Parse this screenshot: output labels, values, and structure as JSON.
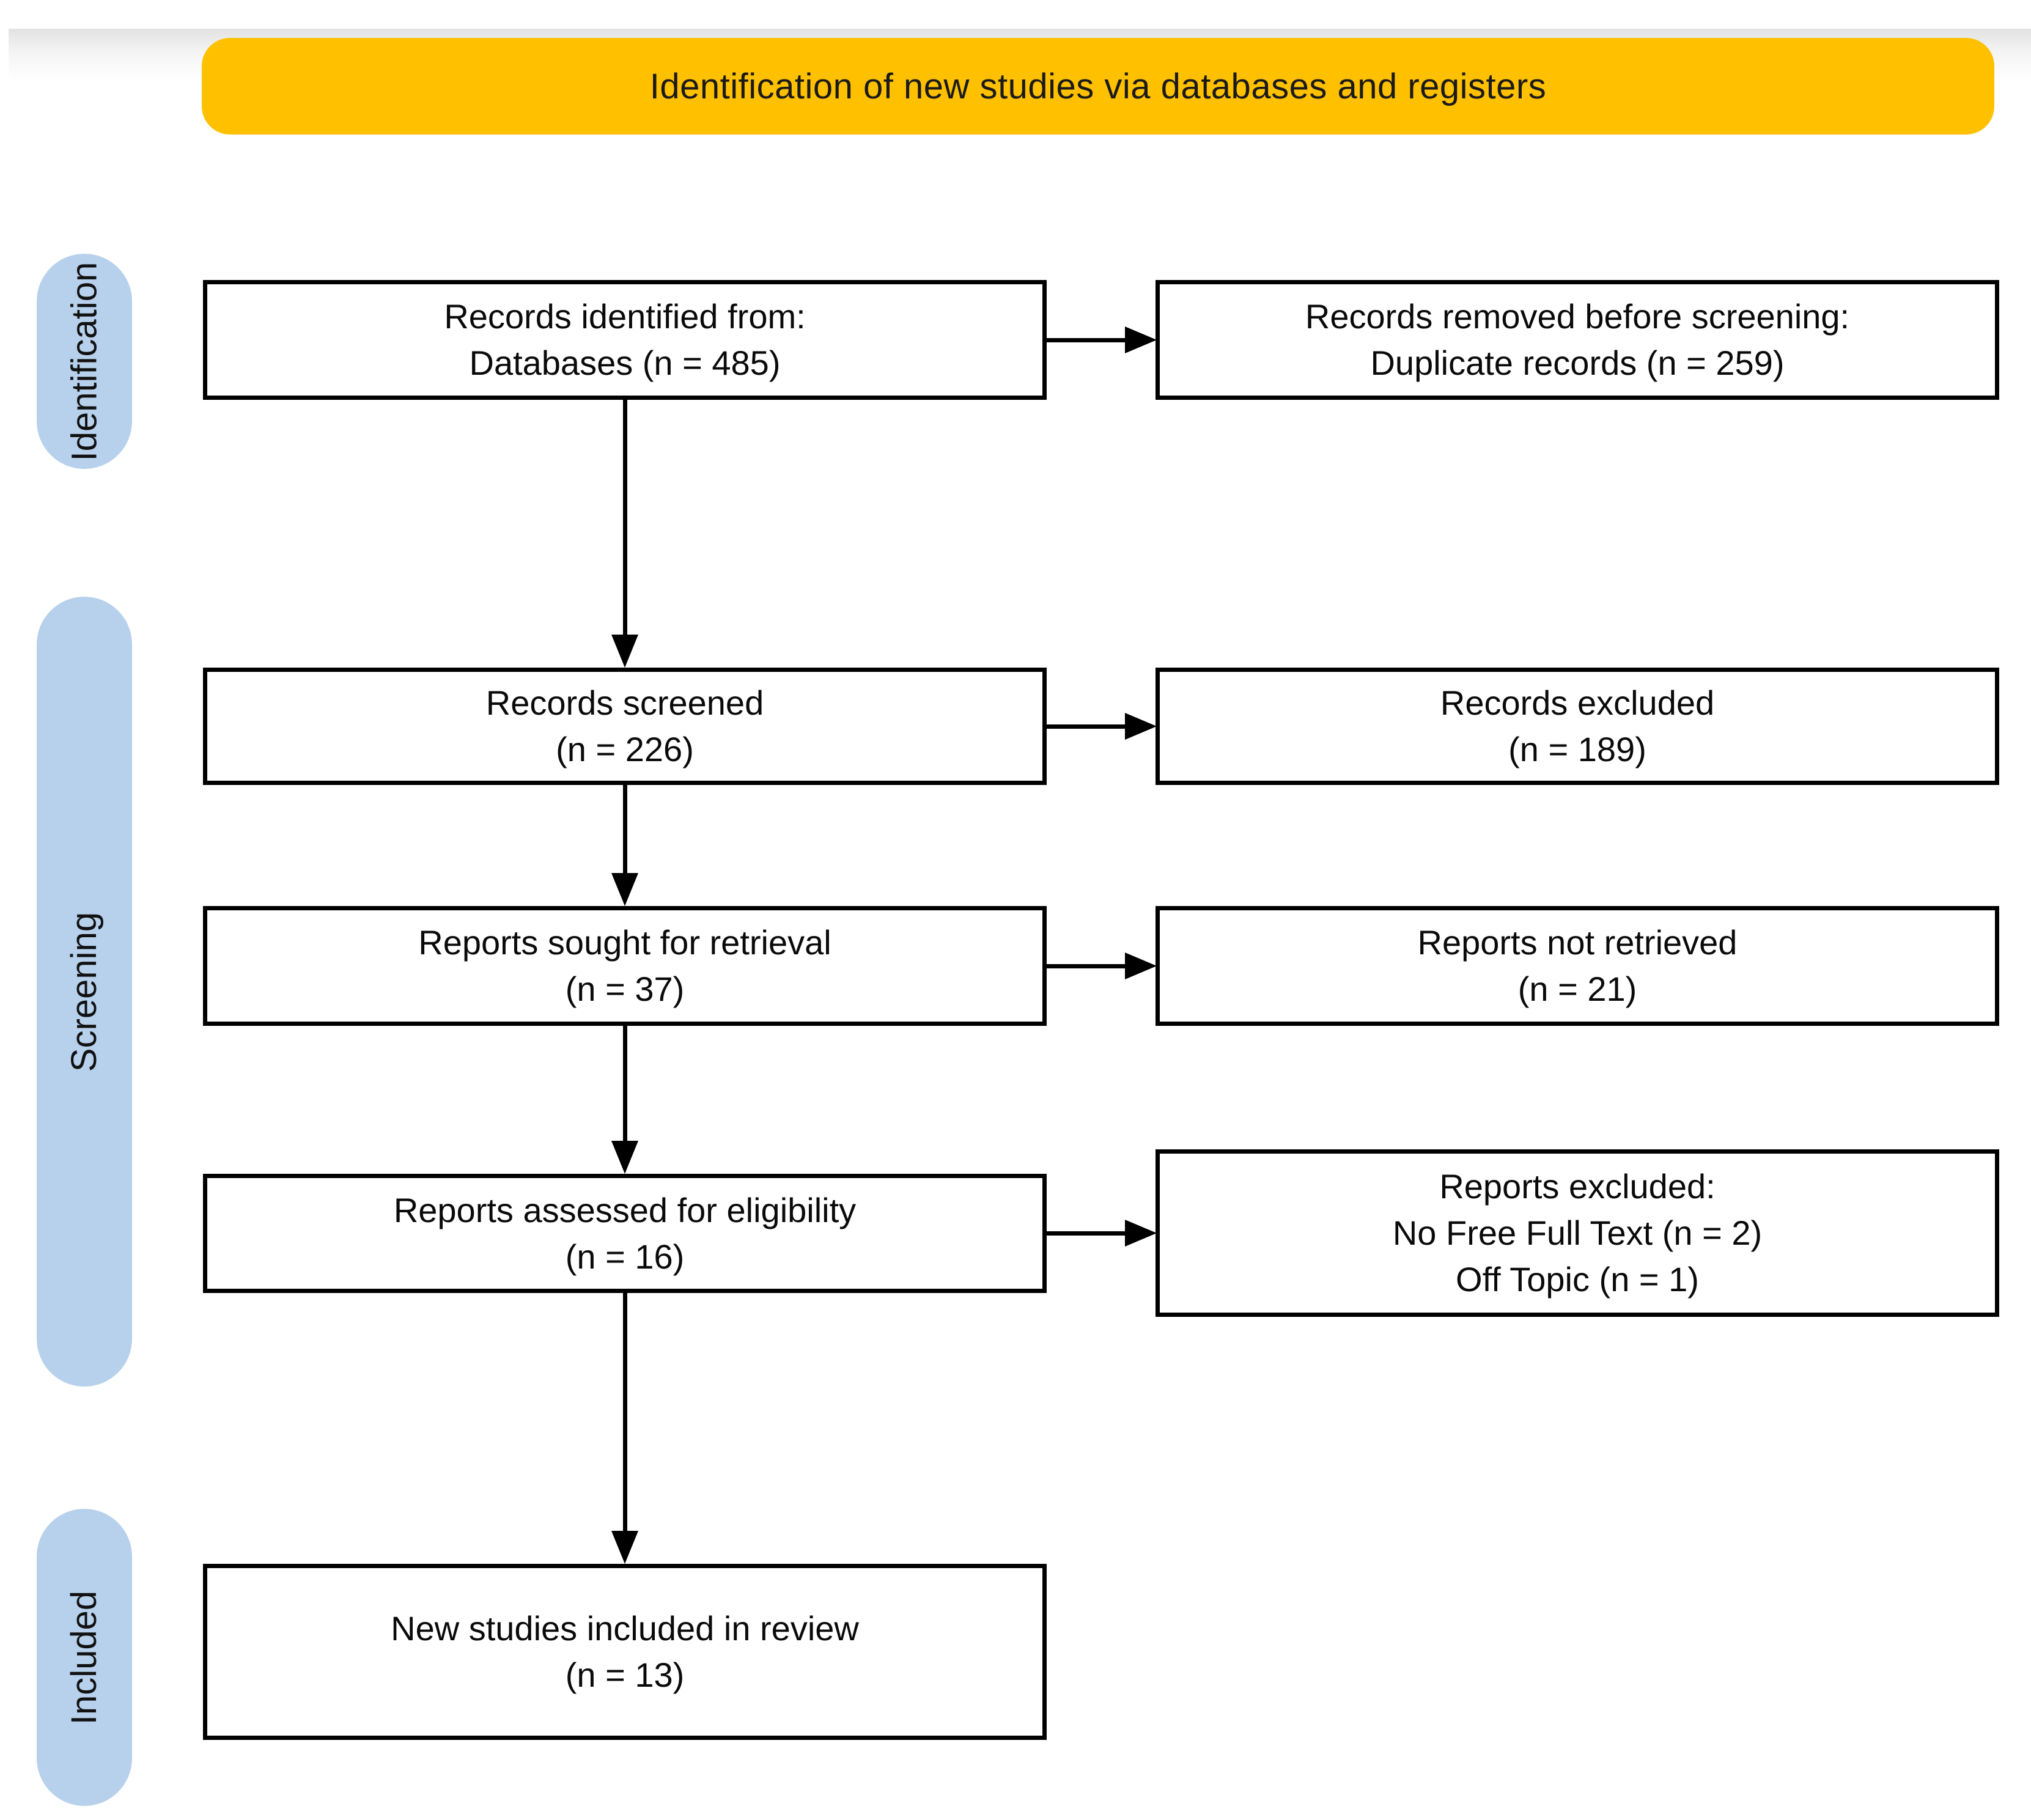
{
  "banner": {
    "label": "Identification of new studies via databases and registers"
  },
  "stage_labels": [
    {
      "label": "Identification"
    },
    {
      "label": "Screening"
    },
    {
      "label": "Included"
    }
  ],
  "boxes": [
    {
      "id": "records-identified",
      "lines": [
        "Records identified from:",
        "Databases (n = 485)"
      ]
    },
    {
      "id": "records-removed",
      "lines": [
        "Records removed before screening:",
        "Duplicate records (n = 259)"
      ]
    },
    {
      "id": "records-screened",
      "lines": [
        "Records screened",
        "(n = 226)"
      ]
    },
    {
      "id": "records-excluded",
      "lines": [
        "Records excluded",
        "(n = 189)"
      ]
    },
    {
      "id": "reports-sought",
      "lines": [
        "Reports sought for retrieval",
        "(n = 37)"
      ]
    },
    {
      "id": "reports-not-retrieved",
      "lines": [
        "Reports not retrieved",
        "(n = 21)"
      ]
    },
    {
      "id": "reports-assessed",
      "lines": [
        "Reports assessed for eligibility",
        "(n = 16)"
      ]
    },
    {
      "id": "reports-excluded",
      "lines": [
        "Reports excluded:",
        "No Free Full Text (n = 2)",
        "Off Topic (n = 1)"
      ]
    },
    {
      "id": "new-studies-included",
      "lines": [
        "New studies included in review",
        "(n = 13)"
      ]
    }
  ],
  "colors": {
    "banner_bg": "#FFC000",
    "stage_bg": "#B7D1EC",
    "box_border": "#000000",
    "box_bg": "#FFFFFF",
    "arrow": "#000000"
  }
}
